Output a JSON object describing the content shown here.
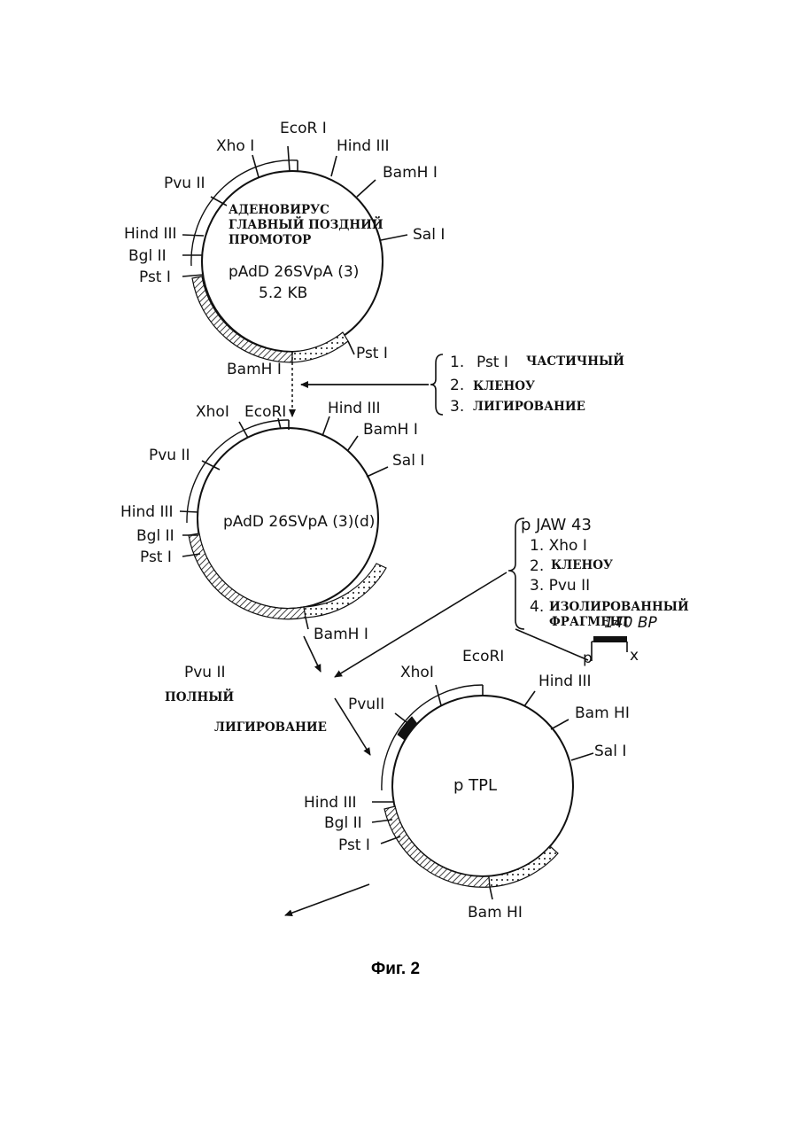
{
  "plasmid1": {
    "sites": {
      "ecori": "EcoR I",
      "xhoi": "Xho I",
      "hind_top": "Hind III",
      "bamh_top": "BamH I",
      "sal": "Sal I",
      "pvu": "Pvu II",
      "hind_left": "Hind III",
      "bgl": "Bgl II",
      "pst_left": "Pst I",
      "pst_right": "Pst I",
      "bamh_bottom": "BamH I"
    },
    "promoter_line1": "АДЕНОВИРУС",
    "promoter_line2": "ГЛАВНЫЙ ПОЗДНИЙ",
    "promoter_line3": "ПРОМОТОР",
    "name": "pAdD 26SVpA  (3)",
    "size": "5.2 KB"
  },
  "step1": {
    "item1_num": "1.",
    "item1_site": "Pst I",
    "item1_text": "ЧАСТИЧНЫЙ",
    "item2_num": "2.",
    "item2_text": "КЛЕНОУ",
    "item3_num": "3.",
    "item3_text": "ЛИГИРОВАНИЕ"
  },
  "plasmid2": {
    "sites": {
      "xhoi": "XhoI",
      "ecori": "EcoRI",
      "hind_top": "Hind III",
      "bamh_top": "BamH I",
      "sal": "Sal I",
      "pvu": "Pvu II",
      "hind_left": "Hind III",
      "bgl": "Bgl II",
      "pst": "Pst I",
      "bamh_bottom": "BamH I"
    },
    "name": "pAdD 26SVpA (3)(d)"
  },
  "step2": {
    "source": "p JAW 43",
    "item1": "1. Xho I",
    "item2_num": "2.",
    "item2_text": "КЛЕНОУ",
    "item3": "3. Pvu II",
    "item4_num": "4.",
    "item4_line1": "ИЗОЛИРОВАННЫЙ",
    "item4_line2": "ФРАГМЕНТ",
    "item4_size": "140 BP",
    "fragment_left": "p",
    "fragment_right": "x"
  },
  "step3": {
    "site": "Pvu II",
    "text1": "ПОЛНЫЙ",
    "text2": "ЛИГИРОВАНИЕ"
  },
  "plasmid3": {
    "sites": {
      "xhoi": "XhoI",
      "ecori": "EcoRI",
      "hind_top": "Hind III",
      "bamh_top": "Bam HI",
      "sal": "Sal I",
      "pvu": "PvuII",
      "hind_left": "Hind III",
      "bgl": "Bgl II",
      "pst": "Pst I",
      "bamh_bottom": "Bam HI"
    },
    "name": "p TPL"
  },
  "caption": "Фиг. 2"
}
